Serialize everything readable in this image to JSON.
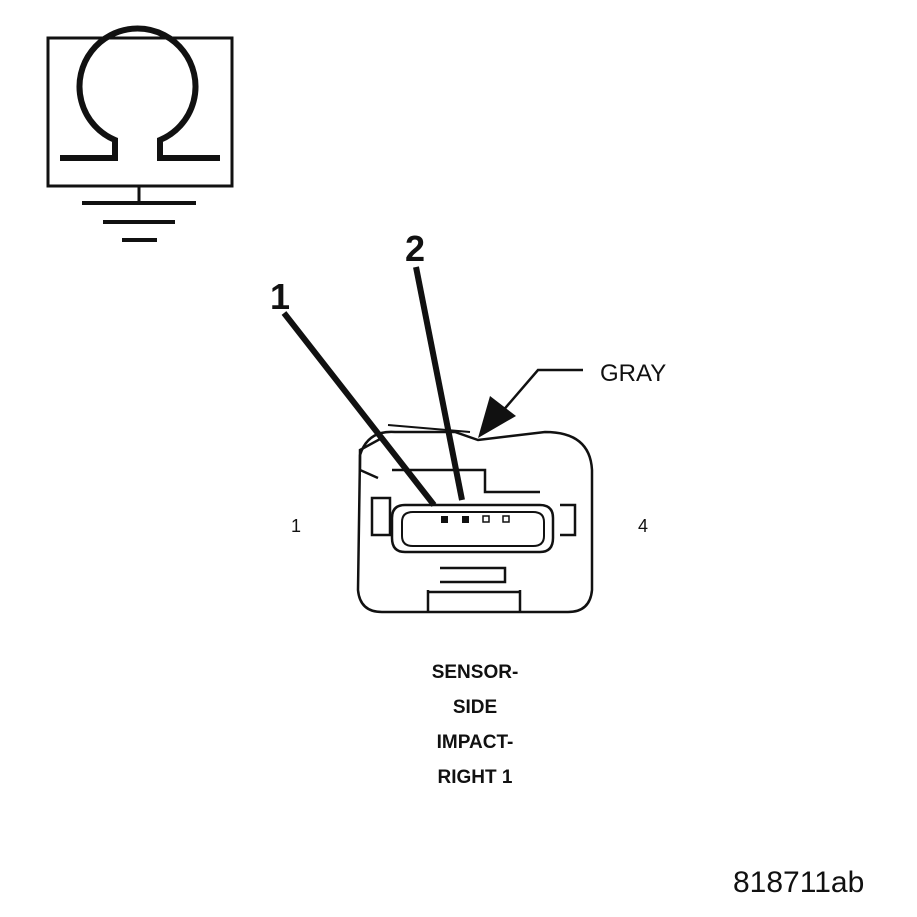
{
  "diagram": {
    "callout_1": "1",
    "callout_2": "2",
    "wire_color": "GRAY",
    "pin_left": "1",
    "pin_right": "4",
    "component_name": [
      "SENSOR-",
      "SIDE",
      "IMPACT-",
      "RIGHT 1"
    ],
    "figure_id": "818711ab"
  },
  "symbols": {
    "meter": "ohmmeter-icon",
    "ground": "ground-icon"
  },
  "colors": {
    "line": "#111111",
    "background": "#ffffff"
  }
}
